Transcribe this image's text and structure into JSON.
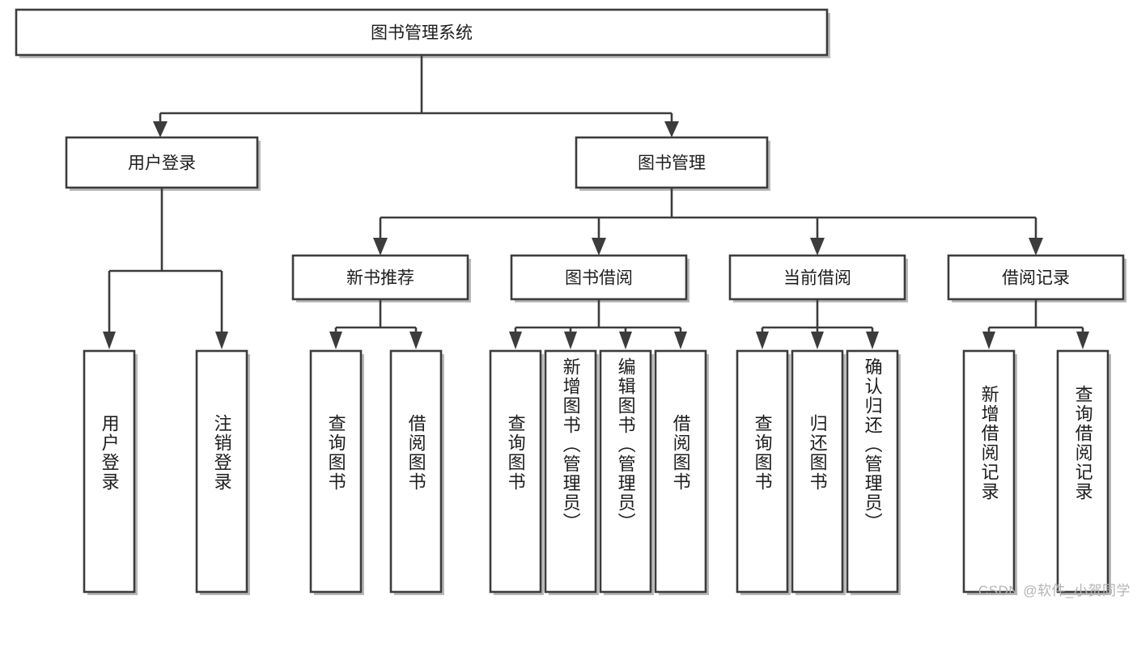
{
  "diagram": {
    "title": "图书管理系统",
    "type": "tree-hierarchy",
    "root": {
      "id": "root",
      "label": "图书管理系统"
    },
    "level2": [
      {
        "id": "user-login",
        "label": "用户登录"
      },
      {
        "id": "book-manage",
        "label": "图书管理"
      }
    ],
    "level3": [
      {
        "id": "new-book-rec",
        "label": "新书推荐",
        "parent": "book-manage"
      },
      {
        "id": "book-borrow",
        "label": "图书借阅",
        "parent": "book-manage"
      },
      {
        "id": "current-borrow",
        "label": "当前借阅",
        "parent": "book-manage"
      },
      {
        "id": "borrow-record",
        "label": "借阅记录",
        "parent": "book-manage"
      }
    ],
    "leaves": [
      {
        "id": "leaf-user-login",
        "label": "用户登录",
        "parent": "user-login"
      },
      {
        "id": "leaf-user-logout",
        "label": "注销登录",
        "parent": "user-login"
      },
      {
        "id": "leaf-query-book-1",
        "label": "查询图书",
        "parent": "new-book-rec"
      },
      {
        "id": "leaf-borrow-book-1",
        "label": "借阅图书",
        "parent": "new-book-rec"
      },
      {
        "id": "leaf-query-book-2",
        "label": "查询图书",
        "parent": "book-borrow"
      },
      {
        "id": "leaf-add-book",
        "label": "新增图书（管理员）",
        "parent": "book-borrow"
      },
      {
        "id": "leaf-edit-book",
        "label": "编辑图书（管理员）",
        "parent": "book-borrow"
      },
      {
        "id": "leaf-borrow-book-2",
        "label": "借阅图书",
        "parent": "book-borrow"
      },
      {
        "id": "leaf-query-book-3",
        "label": "查询图书",
        "parent": "current-borrow"
      },
      {
        "id": "leaf-return-book",
        "label": "归还图书",
        "parent": "current-borrow"
      },
      {
        "id": "leaf-confirm-return",
        "label": "确认归还（管理员）",
        "parent": "current-borrow"
      },
      {
        "id": "leaf-add-record",
        "label": "新增借阅记录",
        "parent": "borrow-record"
      },
      {
        "id": "leaf-query-record",
        "label": "查询借阅记录",
        "parent": "borrow-record"
      }
    ],
    "colors": {
      "stroke": "#3c3c3c",
      "fill": "#ffffff",
      "text": "#1d1d1d",
      "shadow": "#b9b9b9",
      "watermark": "#b4b4b4"
    }
  },
  "watermark": {
    "text": "CSDN @软件_小贺同学"
  }
}
